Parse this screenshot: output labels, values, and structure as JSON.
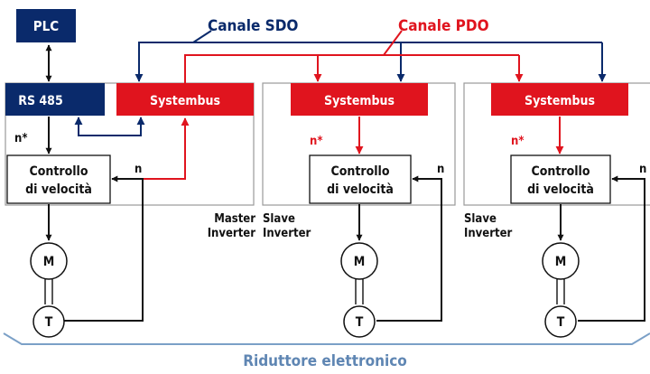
{
  "colors": {
    "navy": "#0a2a6b",
    "red": "#e0141e",
    "black": "#111111",
    "grey": "#9a9a9a",
    "bracket": "#7ba0c7",
    "caption": "#5f86b3"
  },
  "labels": {
    "plc": "PLC",
    "canale_sdo": "Canale SDO",
    "canale_pdo": "Canale PDO",
    "rs485": "RS 485",
    "systembus": "Systembus",
    "n_star": "n*",
    "n": "n",
    "controllo": "Controllo",
    "di_velocita": "di velocità",
    "master": "Master",
    "slave": "Slave",
    "inverter": "Inverter",
    "motor": "M",
    "tacho": "T",
    "caption": "Riduttore elettronico"
  }
}
